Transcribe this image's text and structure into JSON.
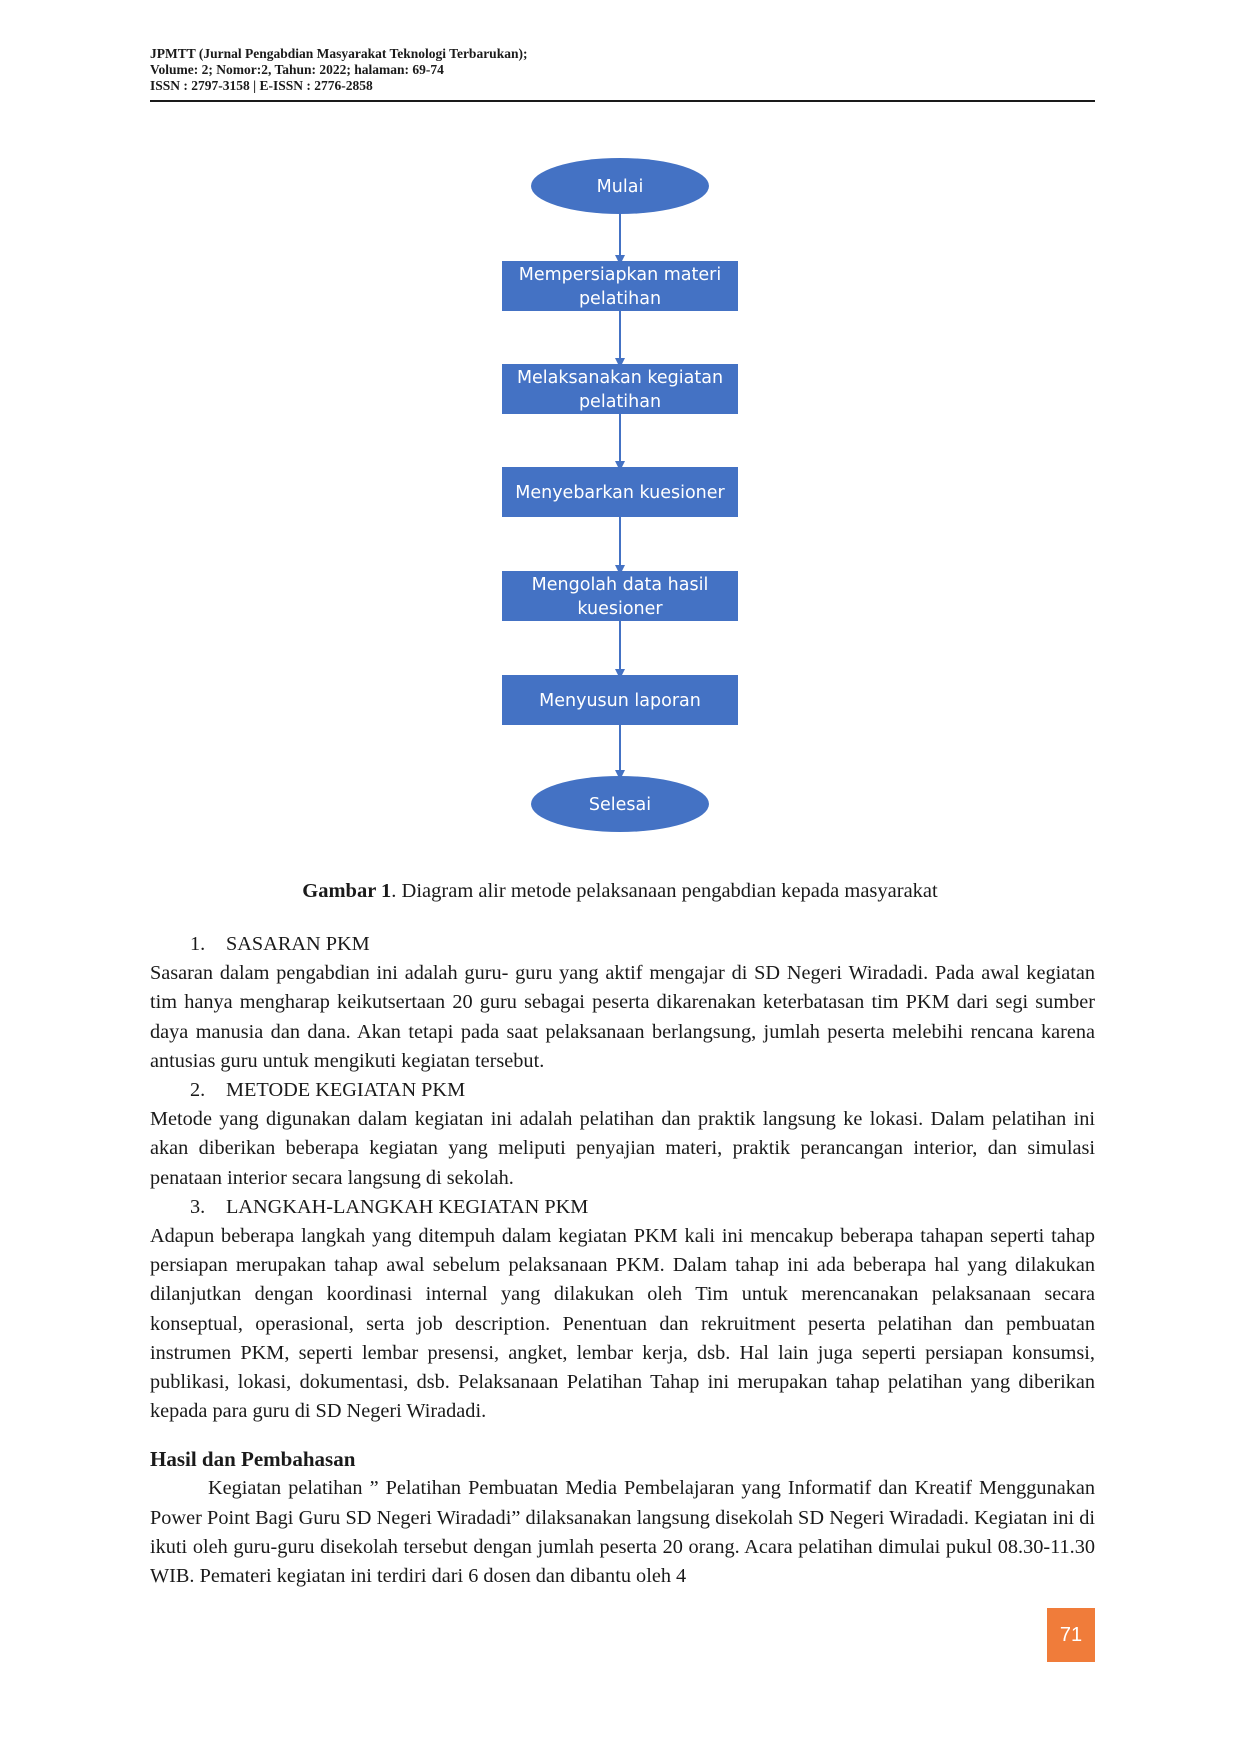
{
  "header": {
    "line1": "JPMTT (Jurnal Pengabdian Masyarakat Teknologi Terbarukan);",
    "line2": "Volume: 2; Nomor:2, Tahun: 2022; halaman: 69-74",
    "line3": "ISSN : 2797-3158 | E-ISSN : 2776-2858"
  },
  "flowchart": {
    "start": "Mulai",
    "steps": [
      [
        "Mempersiapkan materi",
        "pelatihan"
      ],
      [
        "Melaksanakan kegiatan",
        "pelatihan"
      ],
      [
        "Menyebarkan kuesioner"
      ],
      [
        "Mengolah data hasil",
        "kuesioner"
      ],
      [
        "Menyusun laporan"
      ]
    ],
    "end": "Selesai",
    "colors": {
      "shape_fill": "#4472c4",
      "connector": "#4472c4",
      "text": "#ffffff"
    }
  },
  "caption": {
    "label": "Gambar 1",
    "text": ". Diagram alir metode pelaksanaan pengabdian kepada masyarakat"
  },
  "sections": [
    {
      "number": "1.",
      "title": "SASARAN PKM",
      "text": "Sasaran dalam pengabdian ini adalah guru- guru yang aktif mengajar di SD Negeri Wiradadi. Pada awal kegiatan tim hanya mengharap keikutsertaan 20 guru sebagai peserta dikarenakan keterbatasan tim PKM dari segi sumber daya manusia dan dana. Akan tetapi pada saat pelaksanaan berlangsung, jumlah peserta melebihi rencana karena antusias guru untuk mengikuti kegiatan tersebut."
    },
    {
      "number": "2.",
      "title": "METODE KEGIATAN PKM",
      "text": "Metode yang digunakan dalam kegiatan ini adalah pelatihan dan praktik langsung ke lokasi. Dalam pelatihan ini akan diberikan beberapa kegiatan yang meliputi penyajian materi, praktik perancangan interior, dan simulasi penataan interior secara langsung di sekolah."
    },
    {
      "number": "3.",
      "title": "LANGKAH-LANGKAH KEGIATAN PKM",
      "text": "Adapun beberapa langkah yang ditempuh dalam kegiatan PKM kali ini mencakup beberapa tahapan seperti tahap persiapan merupakan tahap awal sebelum pelaksanaan PKM. Dalam tahap ini ada beberapa hal yang dilakukan dilanjutkan dengan koordinasi internal yang dilakukan oleh Tim untuk merencanakan pelaksanaan secara konseptual, operasional, serta job description. Penentuan dan rekruitment peserta pelatihan dan pembuatan instrumen PKM, seperti lembar presensi, angket, lembar kerja, dsb. Hal lain juga seperti persiapan konsumsi, publikasi, lokasi, dokumentasi, dsb. Pelaksanaan Pelatihan Tahap ini merupakan tahap pelatihan yang diberikan kepada para guru di SD Negeri Wiradadi."
    }
  ],
  "results": {
    "heading": "Hasil dan Pembahasan",
    "text": "Kegiatan pelatihan ” Pelatihan Pembuatan Media Pembelajaran yang Informatif dan Kreatif Menggunakan Power Point Bagi Guru SD Negeri Wiradadi” dilaksanakan langsung disekolah SD Negeri Wiradadi. Kegiatan ini di ikuti oleh guru-guru disekolah tersebut dengan jumlah peserta 20 orang. Acara pelatihan dimulai pukul 08.30-11.30 WIB. Pemateri kegiatan ini terdiri dari 6 dosen dan dibantu oleh 4"
  },
  "page_number": "71"
}
